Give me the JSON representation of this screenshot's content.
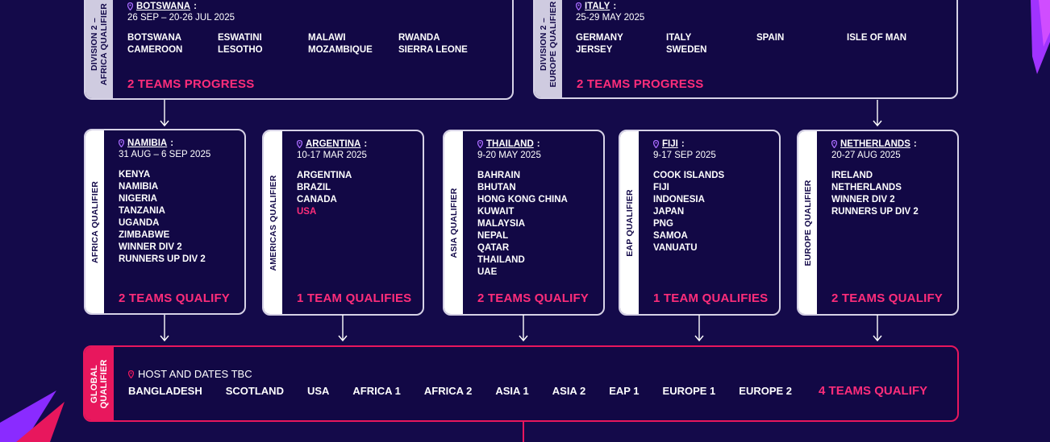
{
  "colors": {
    "background": "#140a4a",
    "box_border": "#d6d2e6",
    "accent_pink": "#e8175d",
    "pin_purple": "#a86bff"
  },
  "div2": [
    {
      "label_line1": "DIVISION 2 –",
      "label_line2": "AFRICA QUALIFIER",
      "host": "BOTSWANA",
      "dates": "26 SEP – 20-26 JUL 2025",
      "teams": [
        "BOTSWANA",
        "ESWATINI",
        "MALAWI",
        "RWANDA",
        "CAMEROON",
        "LESOTHO",
        "MOZAMBIQUE",
        "SIERRA LEONE"
      ],
      "result": "2 TEAMS PROGRESS"
    },
    {
      "label_line1": "DIVISION 2 –",
      "label_line2": "EUROPE QUALIFIER",
      "host": "ITALY",
      "dates": "25-29 MAY 2025",
      "teams": [
        "GERMANY",
        "ITALY",
        "SPAIN",
        "ISLE OF MAN",
        "JERSEY",
        "SWEDEN"
      ],
      "result": "2 TEAMS PROGRESS"
    }
  ],
  "regional": [
    {
      "label": "AFRICA QUALIFIER",
      "host": "NAMIBIA",
      "dates": "31 AUG – 6 SEP 2025",
      "teams": [
        "KENYA",
        "NAMIBIA",
        "NIGERIA",
        "TANZANIA",
        "UGANDA",
        "ZIMBABWE",
        "WINNER DIV 2",
        "RUNNERS UP DIV 2"
      ],
      "highlight": [],
      "result": "2 TEAMS QUALIFY"
    },
    {
      "label": "AMERICAS QUALIFIER",
      "host": "ARGENTINA",
      "dates": "10-17 MAR 2025",
      "teams": [
        "ARGENTINA",
        "BRAZIL",
        "CANADA",
        "USA"
      ],
      "highlight": [
        "USA"
      ],
      "result": "1 TEAM QUALIFIES"
    },
    {
      "label": "ASIA QUALIFIER",
      "host": "THAILAND",
      "dates": "9-20 MAY 2025",
      "teams": [
        "BAHRAIN",
        "BHUTAN",
        "HONG KONG CHINA",
        "KUWAIT",
        "MALAYSIA",
        "NEPAL",
        "QATAR",
        "THAILAND",
        "UAE"
      ],
      "highlight": [],
      "result": "2 TEAMS QUALIFY"
    },
    {
      "label": "EAP QUALIFIER",
      "host": "FIJI",
      "dates": "9-17 SEP 2025",
      "teams": [
        "COOK ISLANDS",
        "FIJI",
        "INDONESIA",
        "JAPAN",
        "PNG",
        "SAMOA",
        "VANUATU"
      ],
      "highlight": [],
      "result": "1 TEAM QUALIFIES"
    },
    {
      "label": "EUROPE QUALIFIER",
      "host": "NETHERLANDS",
      "dates": "20-27 AUG 2025",
      "teams": [
        "IRELAND",
        "NETHERLANDS",
        "WINNER DIV 2",
        "RUNNERS UP DIV 2"
      ],
      "highlight": [],
      "result": "2 TEAMS QUALIFY"
    }
  ],
  "global": {
    "label_line1": "GLOBAL",
    "label_line2": "QUALIFIER",
    "host_text": "HOST AND DATES TBC",
    "teams": [
      "BANGLADESH",
      "SCOTLAND",
      "USA",
      "AFRICA 1",
      "AFRICA 2",
      "ASIA 1",
      "ASIA 2",
      "EAP 1",
      "EUROPE 1",
      "EUROPE 2"
    ],
    "result": "4 TEAMS QUALIFY"
  }
}
